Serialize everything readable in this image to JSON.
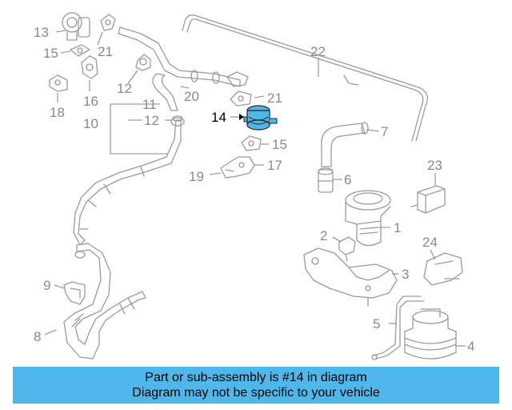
{
  "diagram": {
    "highlight_color": "#4fb7ea",
    "labels": {
      "p1": "1",
      "p2": "2",
      "p3": "3",
      "p4": "4",
      "p5": "5",
      "p6": "6",
      "p7": "7",
      "p8": "8",
      "p9": "9",
      "p10": "10",
      "p11": "11",
      "p12a": "12",
      "p12b": "12",
      "p13": "13",
      "p14": "14",
      "p15a": "15",
      "p15b": "15",
      "p16": "16",
      "p17": "17",
      "p18": "18",
      "p19": "19",
      "p20": "20",
      "p21a": "21",
      "p21b": "21",
      "p22": "22",
      "p23": "23",
      "p24": "24"
    }
  },
  "banner": {
    "line1": "Part or sub-assembly is #14 in diagram",
    "line2": "Diagram may not be specific to your vehicle"
  }
}
